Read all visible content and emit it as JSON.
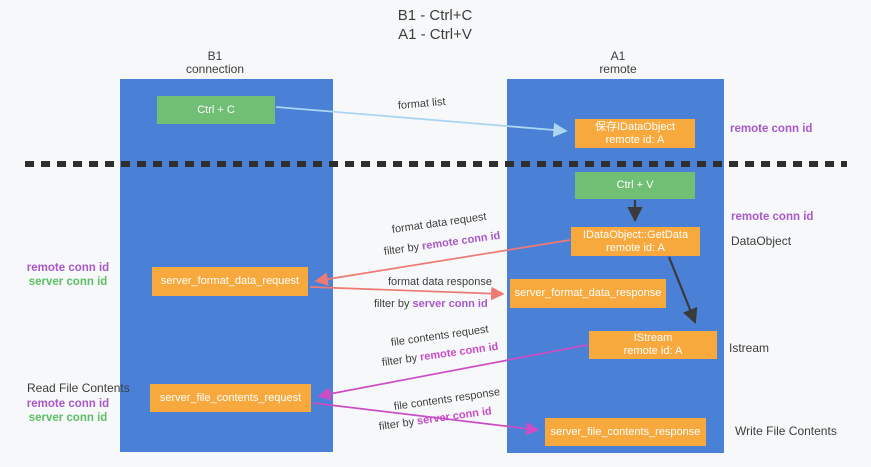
{
  "title": {
    "line1": "B1 - Ctrl+C",
    "line2": "A1 - Ctrl+V"
  },
  "columns": {
    "left": {
      "name": "B1",
      "subtitle": "connection"
    },
    "right": {
      "name": "A1",
      "subtitle": "remote"
    }
  },
  "boxes": {
    "ctrl_c": "Ctrl + C",
    "ctrl_v": "Ctrl + V",
    "save_dataobject": {
      "line1": "保存IDataObject",
      "line2": "remote id: A"
    },
    "getdata": {
      "line1": "IDataObject::GetData",
      "line2": "remote id: A"
    },
    "istream": {
      "line1": "IStream",
      "line2": "remote id: A"
    },
    "format_request": "server_format_data_request",
    "format_response": "server_format_data_response",
    "file_request": "server_file_contents_request",
    "file_response": "server_file_contents_response"
  },
  "arrow_labels": {
    "format_list": "format list",
    "format_request_text": "format data request",
    "format_request_filter": "filter by ",
    "format_request_key": "remote conn id",
    "format_response_text": "format data response",
    "format_response_filter": "filter by ",
    "format_response_key": "server conn id",
    "file_request_text": "file contents request",
    "file_request_filter": "filter by ",
    "file_request_key": "remote conn id",
    "file_response_text": "file contents response",
    "file_response_filter": "filter by ",
    "file_response_key": "server conn id"
  },
  "side_labels": {
    "left_remote_conn": "remote conn id",
    "left_server_conn": "server conn id",
    "read_file_contents": "Read File Contents",
    "left_remote_conn_2": "remote conn id",
    "left_server_conn_2": "server conn id",
    "right_remote_conn_1": "remote conn id",
    "right_remote_conn_2": "remote conn id",
    "dataobject": "DataObject",
    "istream": "Istream",
    "write_file_contents": "Write File Contents"
  },
  "colors": {
    "bg": "#f7f8f9",
    "lane-blue": "#4a80d5",
    "box-green": "#71bf74",
    "box-orange": "#f8a93d",
    "arrow-blue": "#aad6f2",
    "arrow-red": "#ed7a74",
    "arrow-magenta": "#cb4ec6",
    "accent-purple": "#a858c8",
    "accent-magenta": "#c84cc8",
    "accent-green": "#5cbf66"
  }
}
